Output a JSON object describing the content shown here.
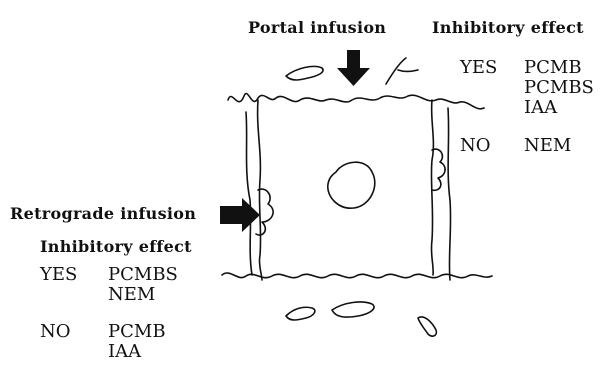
{
  "portal": {
    "label": "Portal infusion",
    "effect_heading": "Inhibitory effect",
    "yes_label": "YES",
    "yes_items": [
      "PCMB",
      "PCMBS",
      "IAA"
    ],
    "no_label": "NO",
    "no_items": [
      "NEM"
    ]
  },
  "retrograde": {
    "label": "Retrograde infusion",
    "effect_heading": "Inhibitory effect",
    "yes_label": "YES",
    "yes_items": [
      "PCMBS",
      "NEM"
    ],
    "no_label": "NO",
    "no_items": [
      "PCMB",
      "IAA"
    ]
  }
}
